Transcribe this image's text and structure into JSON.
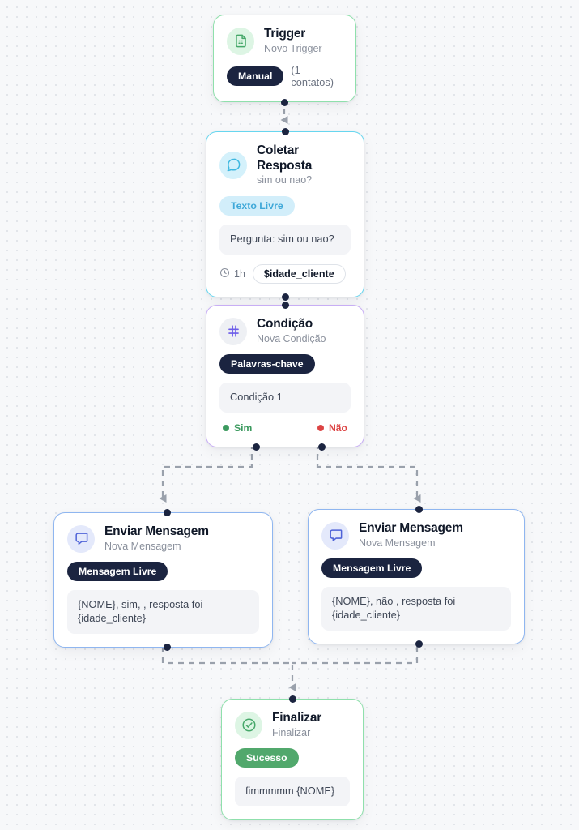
{
  "canvas": {
    "background_color": "#f7f8fa",
    "dot_color": "#e2e5ea"
  },
  "nodes": [
    {
      "id": "trigger",
      "data_name": "node-trigger",
      "title": "Trigger",
      "subtitle": "Novo Trigger",
      "icon": "document-icon",
      "accent_color": "#8fe0ac",
      "badge": "Manual",
      "badge_note": "(1 contatos)"
    },
    {
      "id": "coletar",
      "data_name": "node-coletar-resposta",
      "title": "Coletar Resposta",
      "subtitle": "sim ou nao?",
      "icon": "speech-bubble-icon",
      "accent_color": "#67d6ef",
      "badge": "Texto Livre",
      "body": "Pergunta: sim ou nao?",
      "clock_icon": "clock-icon",
      "timeout": "1h",
      "variable": "$idade_cliente"
    },
    {
      "id": "condicao",
      "data_name": "node-condicao",
      "title": "Condição",
      "subtitle": "Nova Condição",
      "icon": "hash-icon",
      "accent_color": "#c8aef5",
      "badge": "Palavras-chave",
      "body": "Condição 1",
      "branch_yes": "Sim",
      "branch_no": "Não",
      "branch_yes_color": "#3c9a5f",
      "branch_no_color": "#dc4343"
    },
    {
      "id": "mensagem-sim",
      "data_name": "node-enviar-mensagem-sim",
      "title": "Enviar Mensagem",
      "subtitle": "Nova Mensagem",
      "icon": "message-square-icon",
      "accent_color": "#8fb6f0",
      "badge": "Mensagem Livre",
      "body": "{NOME}, sim, , resposta foi {idade_cliente}"
    },
    {
      "id": "mensagem-nao",
      "data_name": "node-enviar-mensagem-nao",
      "title": "Enviar Mensagem",
      "subtitle": "Nova Mensagem",
      "icon": "message-square-icon",
      "accent_color": "#8fb6f0",
      "badge": "Mensagem Livre",
      "body": "{NOME}, não , resposta foi {idade_cliente}"
    },
    {
      "id": "finalizar",
      "data_name": "node-finalizar",
      "title": "Finalizar",
      "subtitle": "Finalizar",
      "icon": "check-circle-icon",
      "accent_color": "#8fe0ac",
      "badge": "Sucesso",
      "body": "fimmmmm {NOME}"
    }
  ],
  "edges": {
    "style": "dashed",
    "color": "#9aa1ac",
    "arrow_color": "#9aa1ac"
  }
}
